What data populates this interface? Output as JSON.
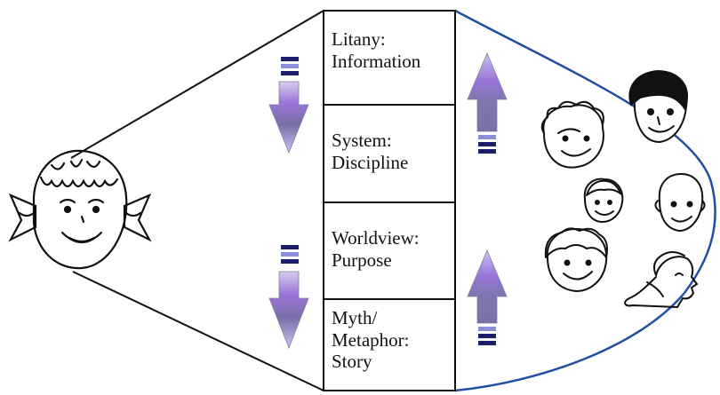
{
  "layers": [
    {
      "lines": [
        "Litany:",
        "Information"
      ]
    },
    {
      "lines": [
        "System:",
        "Discipline"
      ]
    },
    {
      "lines": [
        "Worldview:",
        "Purpose"
      ]
    },
    {
      "lines": [
        "Myth/",
        "Metaphor:",
        "Story"
      ]
    }
  ],
  "colors": {
    "outline": "#111111",
    "audience_curve": "#1f4fa3",
    "arrow_top": "#b9a6e3",
    "arrow_mid": "#9a74d8",
    "arrow_body": "#7a6fa8",
    "arrow_bottom": "#b9b6e8",
    "bar_dark": "#1a1f6b",
    "bar_light": "#8a8fdc"
  },
  "arrows": [
    {
      "name": "arrow-down-upper",
      "direction": "down"
    },
    {
      "name": "arrow-up-upper",
      "direction": "up"
    },
    {
      "name": "arrow-down-lower",
      "direction": "down"
    },
    {
      "name": "arrow-up-lower",
      "direction": "up"
    }
  ],
  "icons": {
    "speaker": "girl-with-pigtails-face-icon",
    "audience": [
      "curly-hair-person-face-icon",
      "dark-hair-man-face-icon",
      "child-face-icon",
      "bald-man-face-icon",
      "boy-face-icon",
      "side-profile-person-icon"
    ]
  }
}
